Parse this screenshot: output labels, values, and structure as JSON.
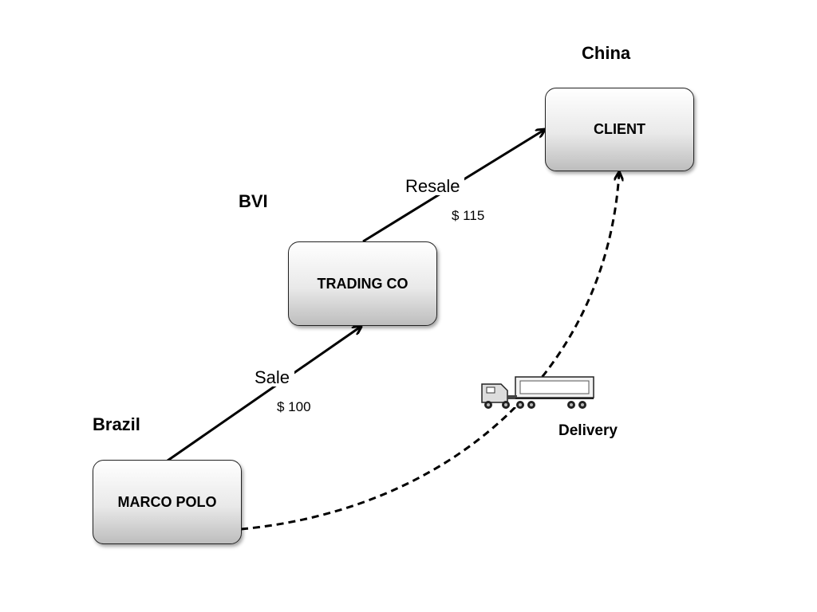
{
  "regions": {
    "china": "China",
    "bvi": "BVI",
    "brazil": "Brazil"
  },
  "nodes": {
    "client": "CLIENT",
    "trading_co": "TRADING CO",
    "marco_polo": "MARCO POLO"
  },
  "flows": {
    "sale": {
      "label": "Sale",
      "amount": "$ 100"
    },
    "resale": {
      "label": "Resale",
      "amount": "$ 115"
    },
    "delivery": {
      "label": "Delivery",
      "icon": "truck-icon"
    }
  }
}
